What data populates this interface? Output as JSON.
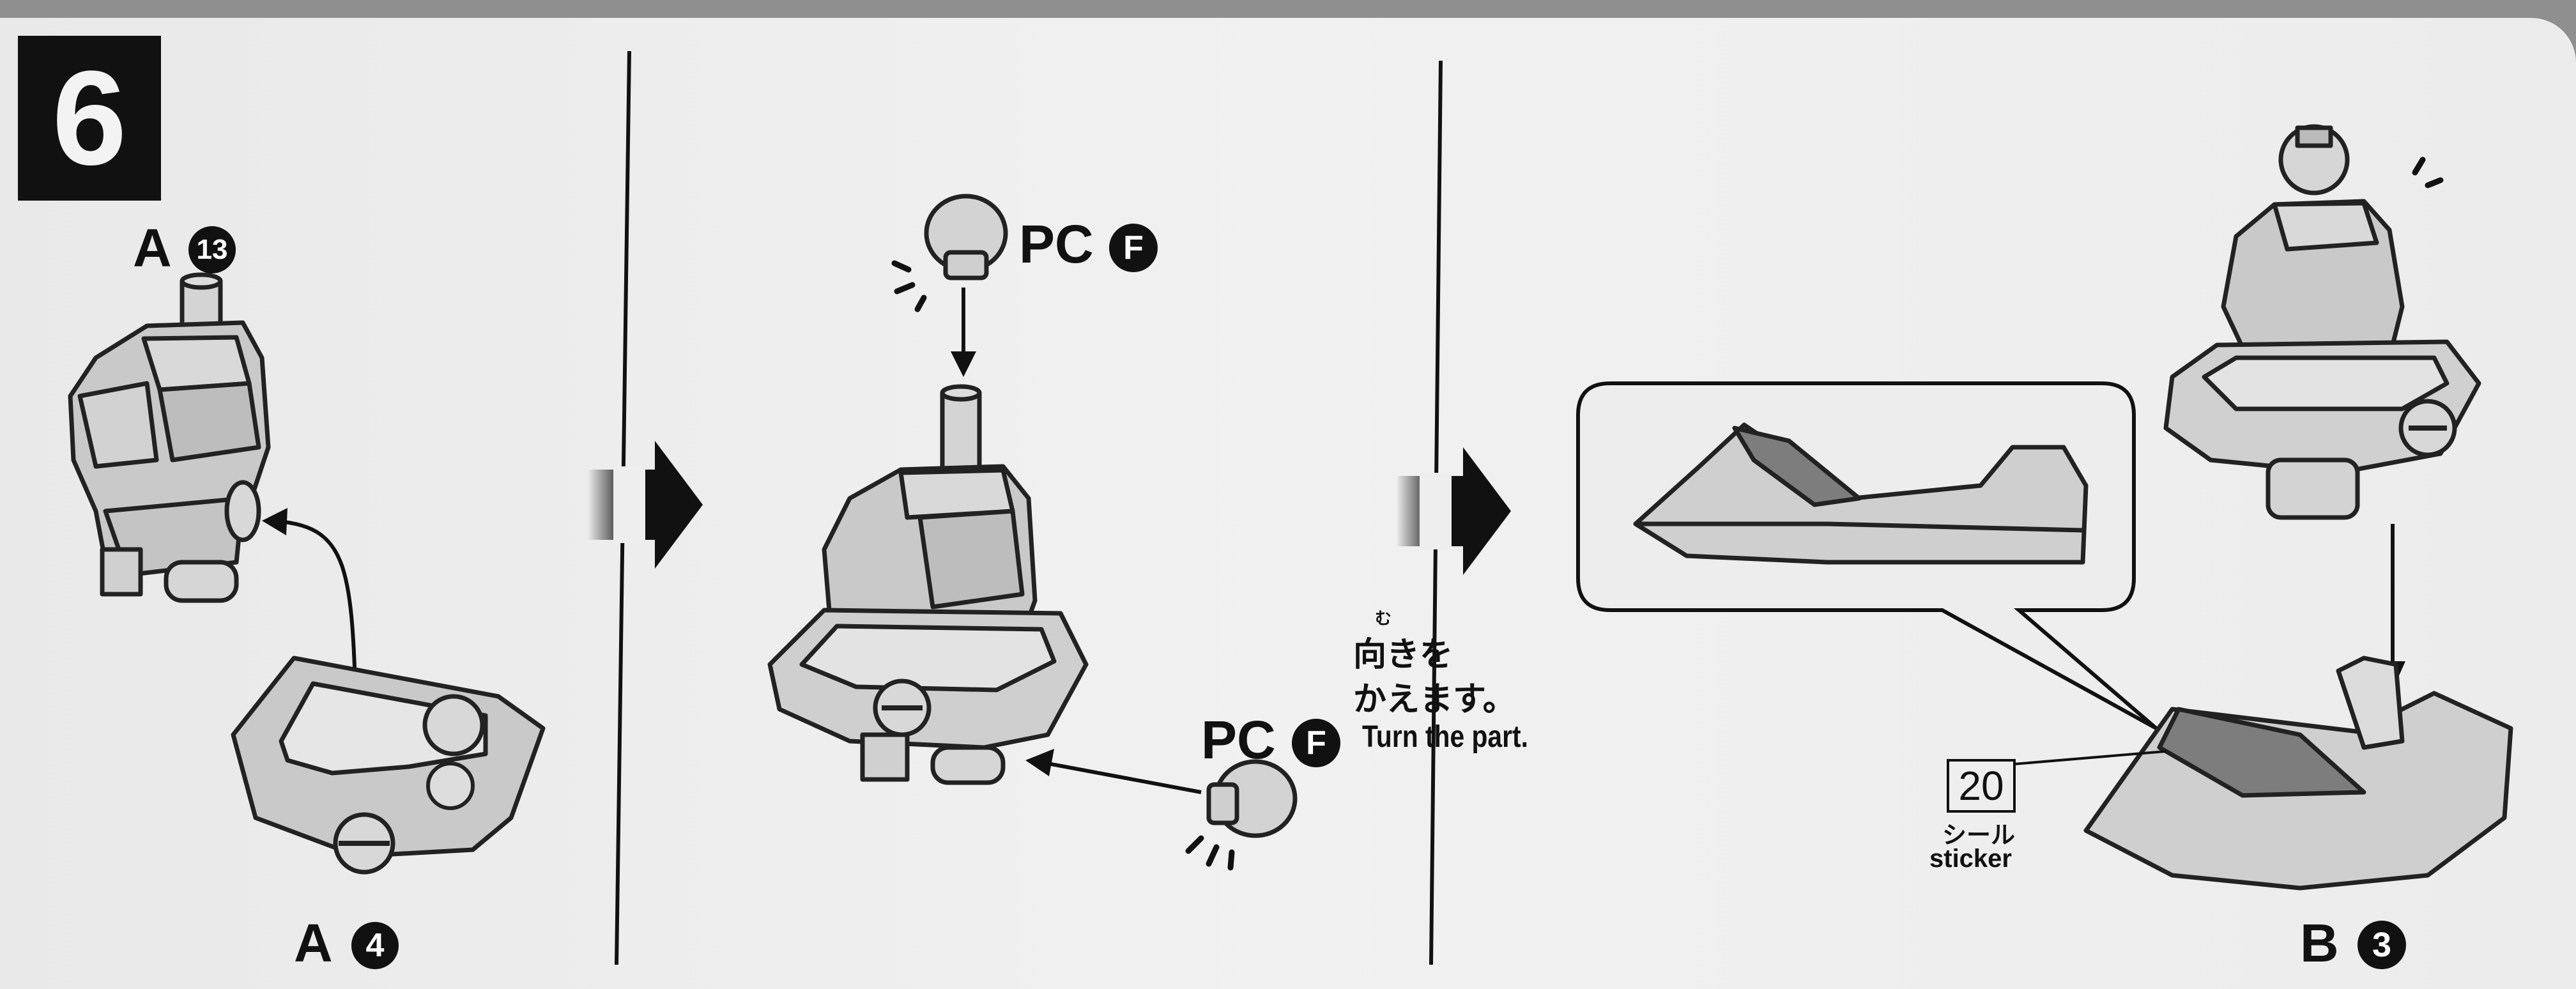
{
  "step": {
    "number": "6"
  },
  "panel1": {
    "top_part": {
      "runner": "A",
      "number": "13"
    },
    "bottom_part": {
      "runner": "A",
      "number": "4"
    }
  },
  "panel2": {
    "top_part": {
      "runner": "PC",
      "letter": "F"
    },
    "side_part": {
      "runner": "PC",
      "letter": "F"
    }
  },
  "panel3": {
    "note_jp_line1": "向きを",
    "note_jp_line2": "かえます。",
    "note_jp_ruby": "む",
    "note_en": "Turn the part.",
    "sticker": {
      "number": "20",
      "label_jp": "シール",
      "label_en": "sticker"
    },
    "bottom_part": {
      "runner": "B",
      "number": "3"
    }
  }
}
